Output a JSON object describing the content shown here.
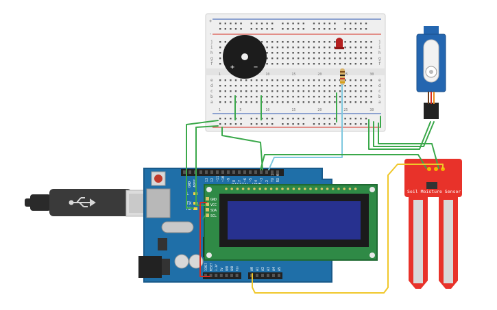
{
  "breadboard": {
    "row_letters_top": [
      "j",
      "i",
      "h",
      "g",
      "f"
    ],
    "row_letters_bottom": [
      "e",
      "d",
      "c",
      "b",
      "a"
    ],
    "column_numbers": [
      "1",
      "5",
      "10",
      "15",
      "20",
      "25",
      "30"
    ],
    "rail_plus": "+",
    "rail_minus": "-"
  },
  "buzzer": {
    "plus_label": "+",
    "minus_label": "−"
  },
  "arduino": {
    "digital_label": "DIGITAL (PWM ~)",
    "aref_label": "AREF",
    "gnd_label": "GND",
    "l_label": "L",
    "tx_label": "TX",
    "rx_label": "RX",
    "digital_pins": [
      "13",
      "12",
      "~11",
      "~10",
      "~9",
      "8",
      "7",
      "~6",
      "~5",
      "4",
      "~3",
      "2",
      "TX 1",
      "RX 0"
    ],
    "power_pins": [
      "IOREF",
      "RESET",
      "3.3V",
      "5V",
      "GND",
      "GND",
      "Vin"
    ],
    "analog_pins": [
      "A0",
      "A1",
      "A2",
      "A3",
      "A4",
      "A5"
    ]
  },
  "lcd": {
    "pin_labels": [
      "GND",
      "VCC",
      "SDA",
      "SCL"
    ]
  },
  "soil_sensor": {
    "label": "Soil Moisture Sensor"
  },
  "colors": {
    "board_blue": "#1f6fa8",
    "lcd_green": "#2f8a46",
    "lcd_screen": "#27318f",
    "wire_green": "#3aa84a",
    "wire_yellow": "#f0c72a",
    "wire_red": "#d62c22",
    "wire_cyan": "#7ec8df",
    "sensor_red": "#e8322a",
    "servo_blue": "#2466b0"
  }
}
